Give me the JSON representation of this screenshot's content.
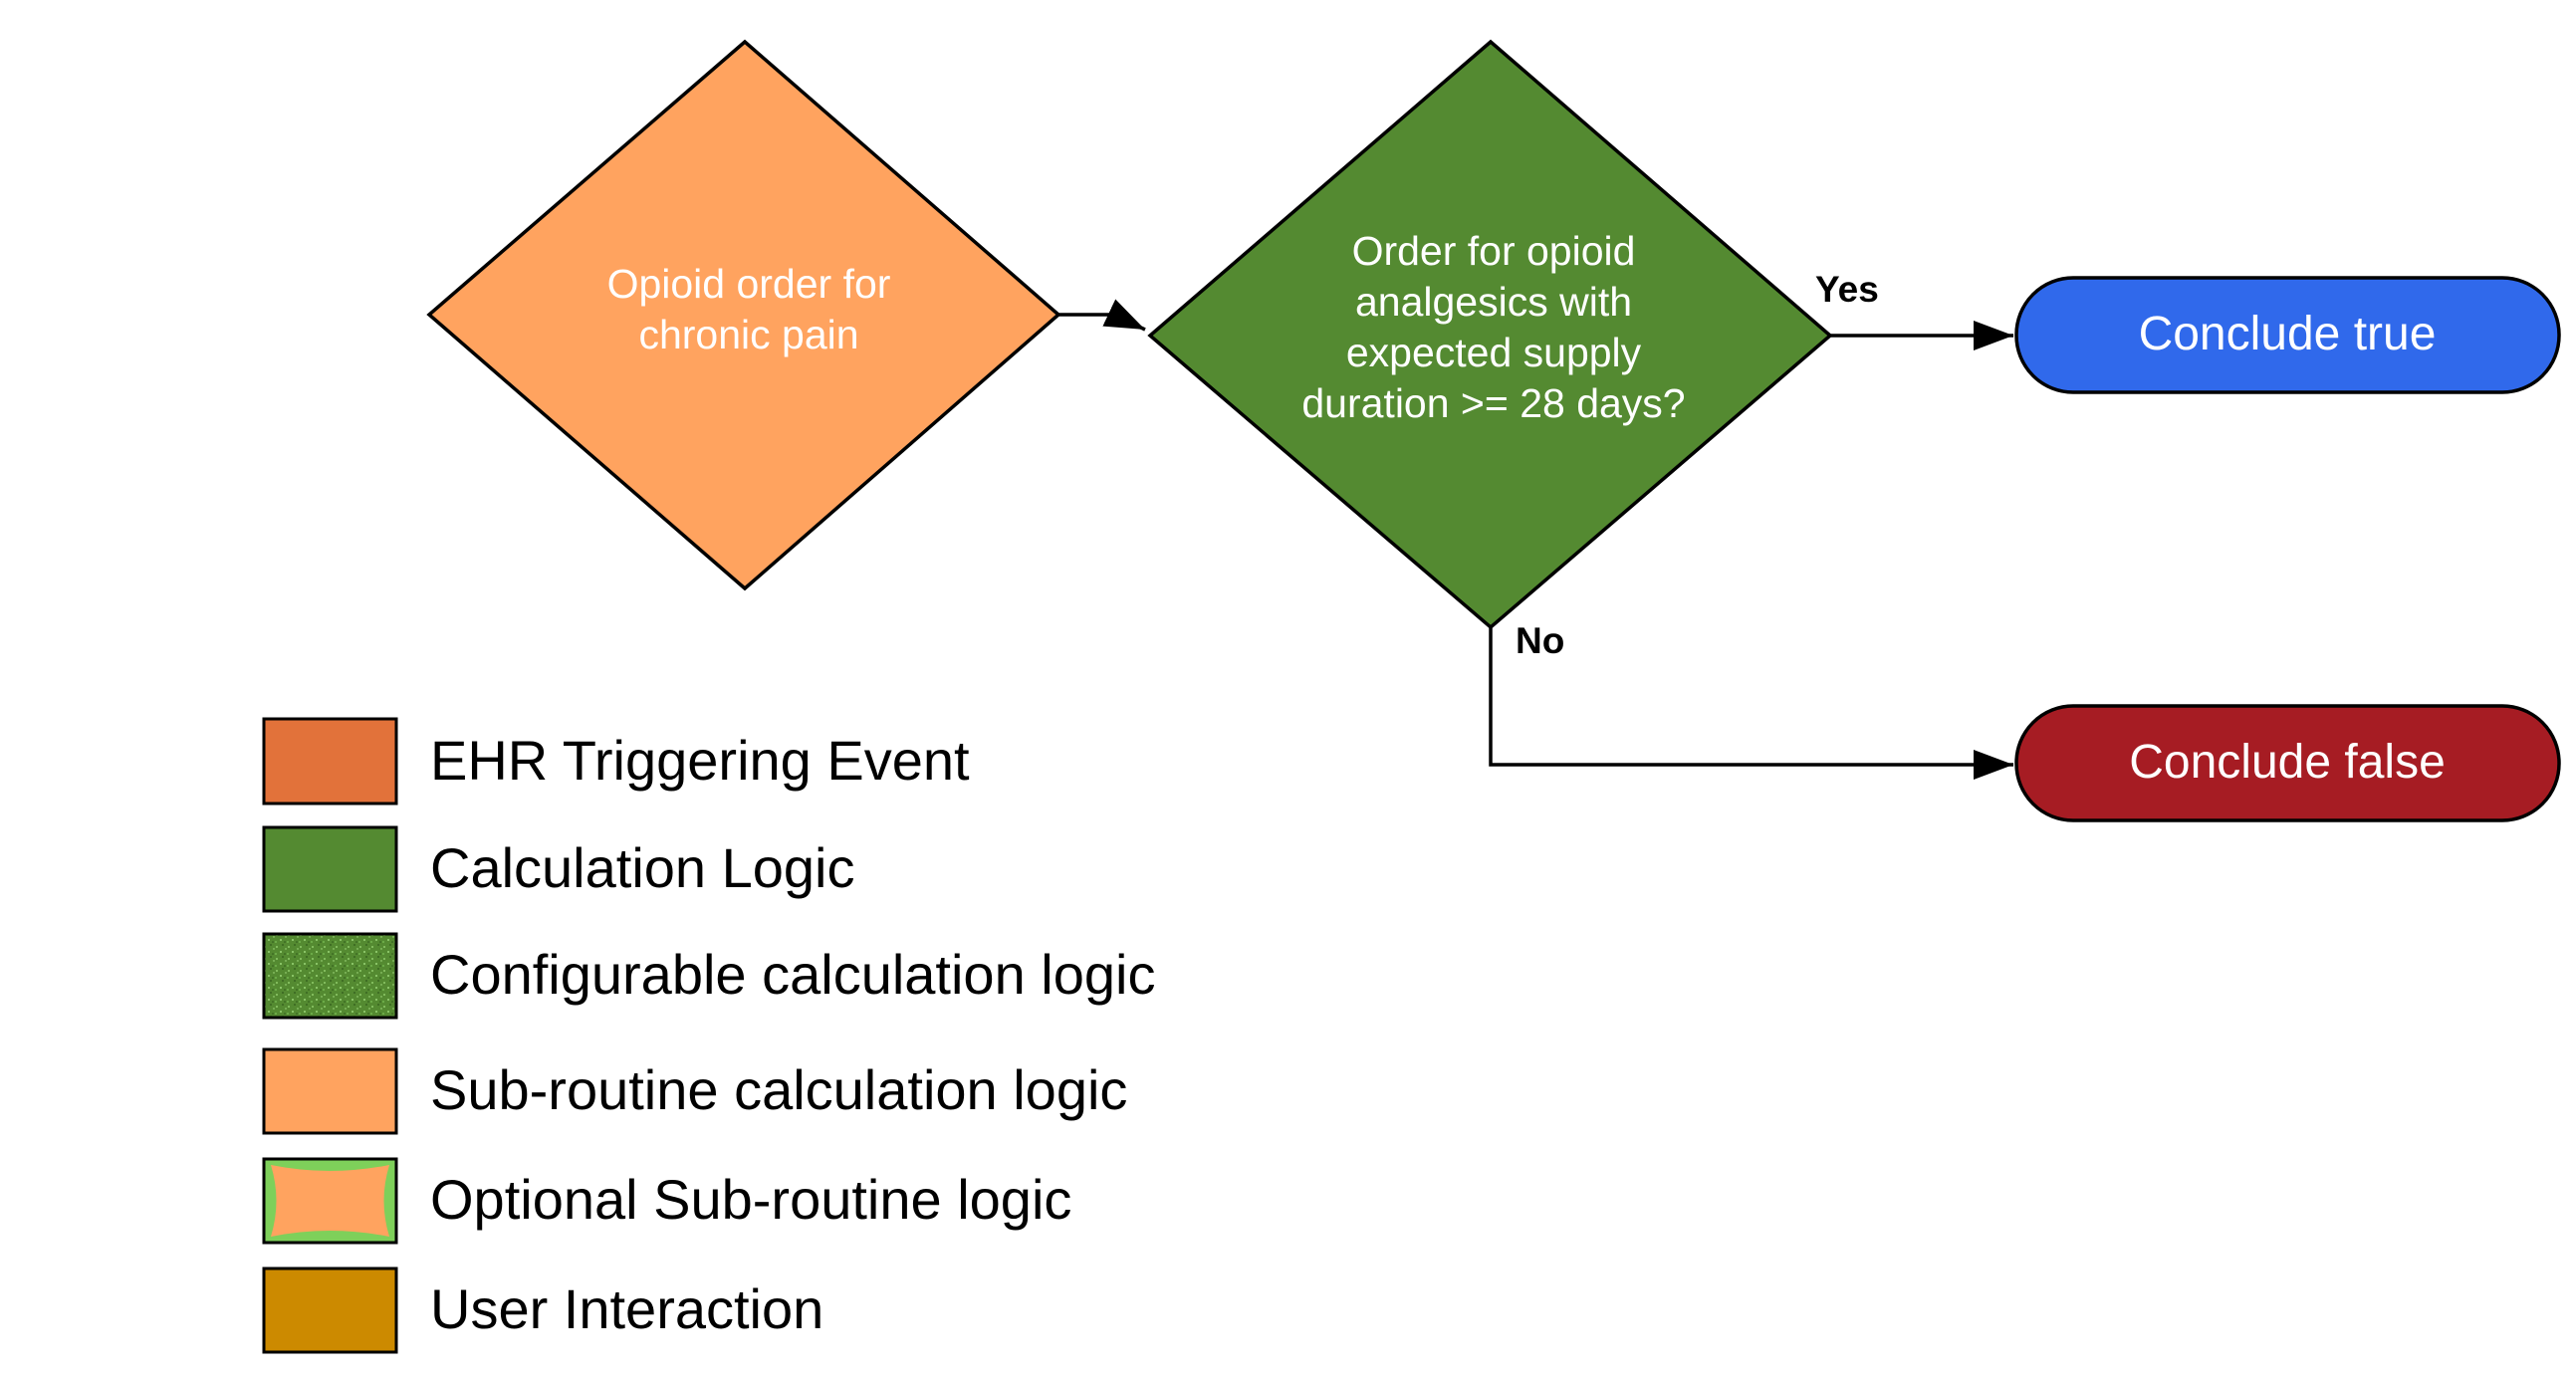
{
  "nodes": {
    "trigger": {
      "lines": [
        "Opioid order for",
        "chronic pain"
      ],
      "color": "#FFA35F"
    },
    "decision": {
      "lines": [
        "Order for opioid",
        "analgesics with",
        "expected supply",
        "duration >= 28 days?"
      ],
      "color": "#548A31"
    },
    "conclude_true": {
      "label": "Conclude true",
      "color": "#3069EB"
    },
    "conclude_false": {
      "label": "Conclude false",
      "color": "#A61C23"
    }
  },
  "edges": {
    "yes_label": "Yes",
    "no_label": "No"
  },
  "legend": {
    "items": [
      {
        "label": "EHR Triggering Event",
        "color": "#E2723A",
        "pattern": "solid"
      },
      {
        "label": "Calculation Logic",
        "color": "#548A31",
        "pattern": "solid"
      },
      {
        "label": "Configurable calculation logic",
        "color": "#548A31",
        "pattern": "speckled"
      },
      {
        "label": "Sub-routine calculation logic",
        "color": "#FFA35F",
        "pattern": "solid"
      },
      {
        "label": "Optional Sub-routine logic",
        "color": "#FFA35F",
        "pattern": "green-corners"
      },
      {
        "label": "User Interaction",
        "color": "#CC8A00",
        "pattern": "solid"
      }
    ],
    "accent_green": "#7ED05A"
  }
}
